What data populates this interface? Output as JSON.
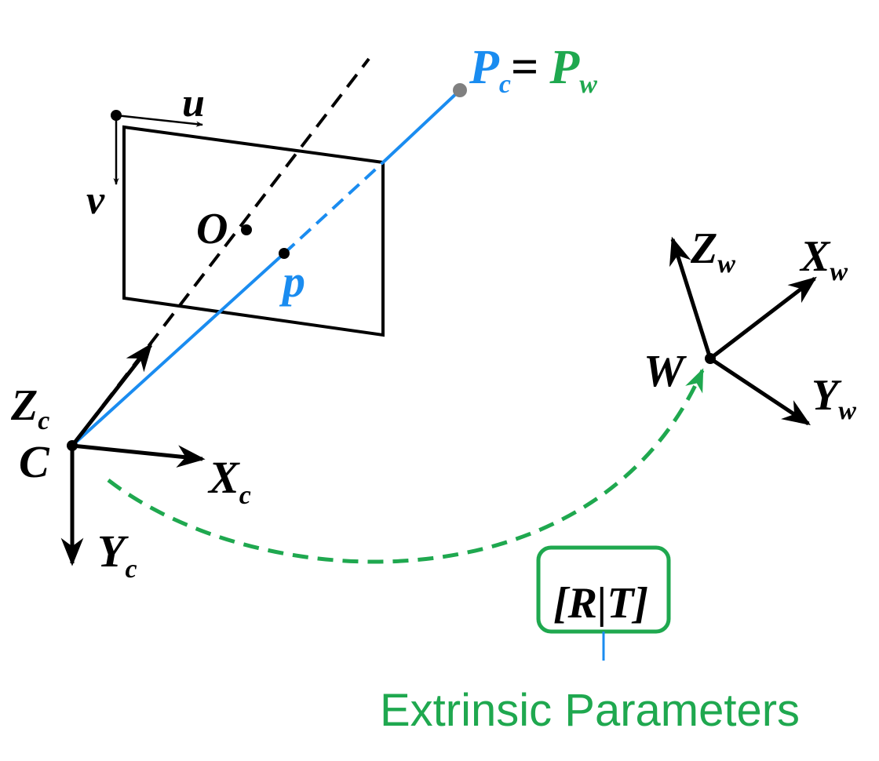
{
  "colors": {
    "black": "#000000",
    "blue": "#1a8cf0",
    "green": "#1fa84f",
    "gray_point": "#808080"
  },
  "labels": {
    "u": "u",
    "v": "v",
    "O": "O",
    "p": "p",
    "Pc_main": "P",
    "Pc_sub": "c",
    "equals": "=",
    "Pw_main": "P",
    "Pw_sub": "w",
    "C": "C",
    "Zc_main": "Z",
    "Zc_sub": "c",
    "Xc_main": "X",
    "Xc_sub": "c",
    "Yc_main": "Y",
    "Yc_sub": "c",
    "W": "W",
    "Zw_main": "Z",
    "Zw_sub": "w",
    "Xw_main": "X",
    "Xw_sub": "w",
    "Yw_main": "Y",
    "Yw_sub": "w",
    "transform": "[R|T]",
    "caption": "Extrinsic Parameters"
  }
}
